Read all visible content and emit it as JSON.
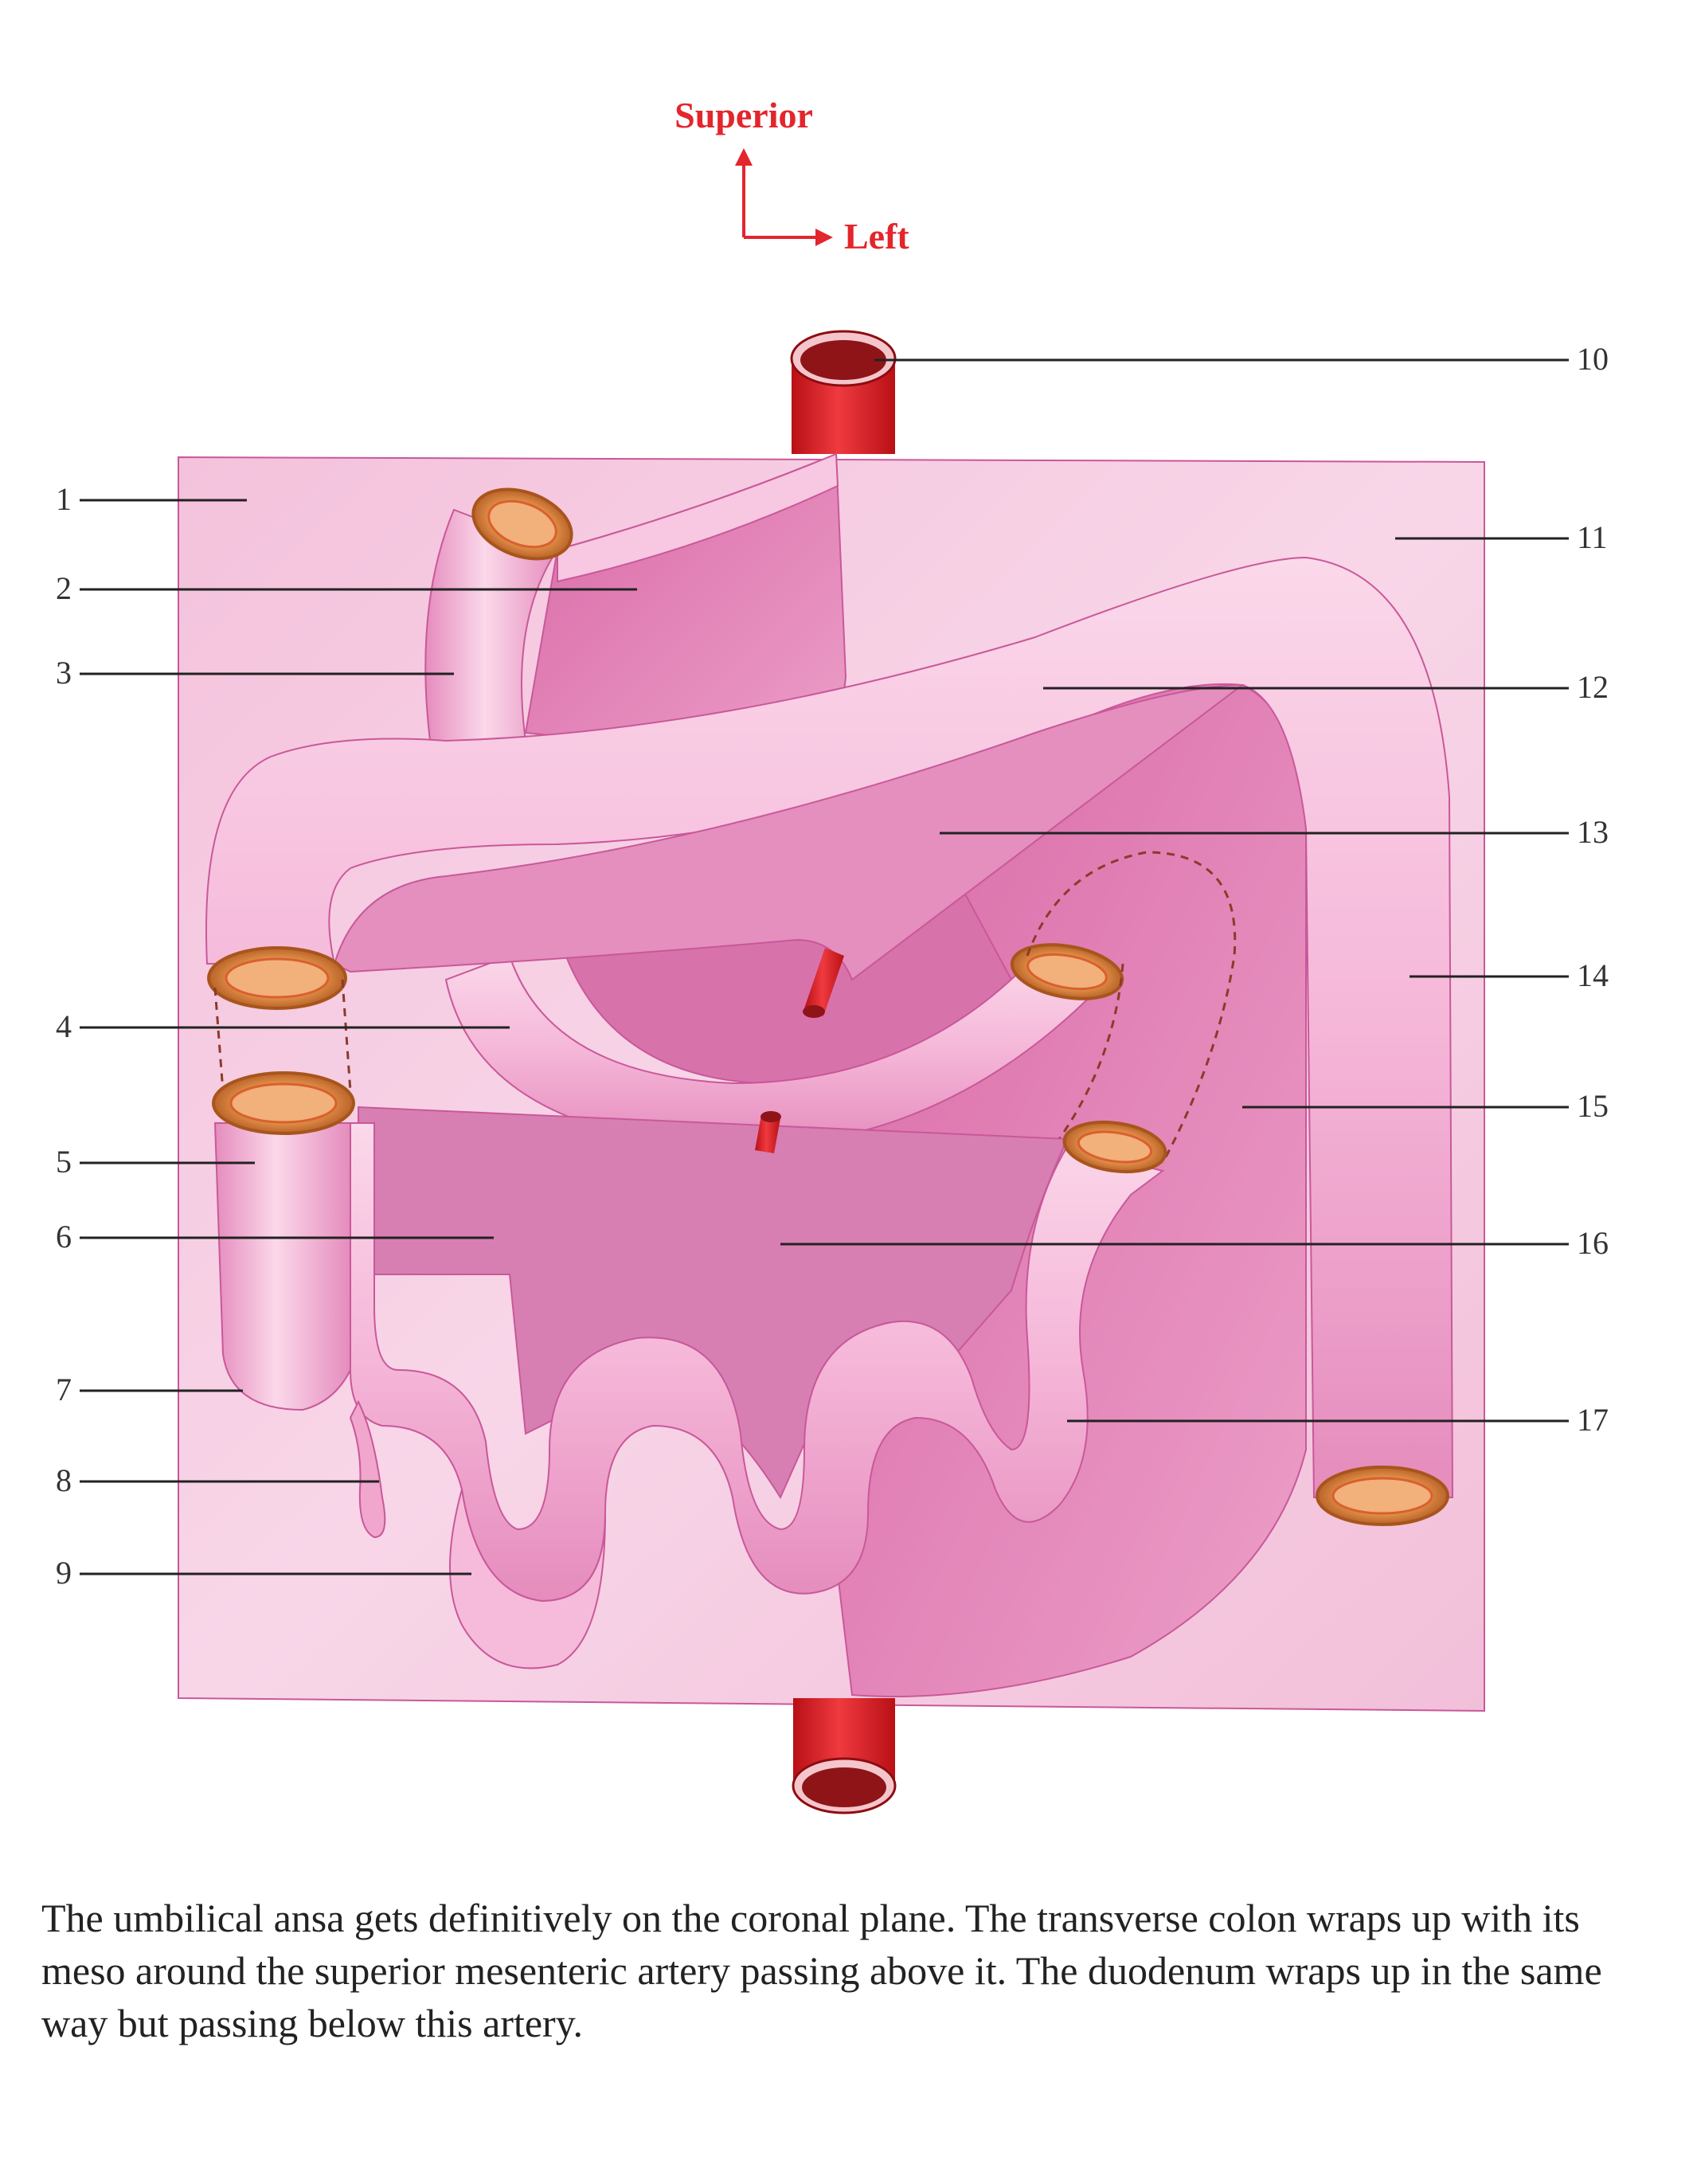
{
  "orientation": {
    "up_label": "Superior",
    "right_label": "Left",
    "color": "#e2262c"
  },
  "labels": [
    "1",
    "2",
    "3",
    "4",
    "5",
    "6",
    "7",
    "8",
    "9",
    "10",
    "11",
    "12",
    "13",
    "14",
    "15",
    "16",
    "17"
  ],
  "caption": "The umbilical ansa gets definitively on the coronal plane. The transverse colon wraps up with its meso around the superior mesenteric artery passing above it. The duodenum wraps up in the same way but passing below this artery.",
  "colors": {
    "background_sheet": "#f6cfe3",
    "mesentery": "#e486b9",
    "gut_tube": "#f4b2d6",
    "artery": "#e2262c",
    "lumen_ring": "#e88a2e"
  }
}
